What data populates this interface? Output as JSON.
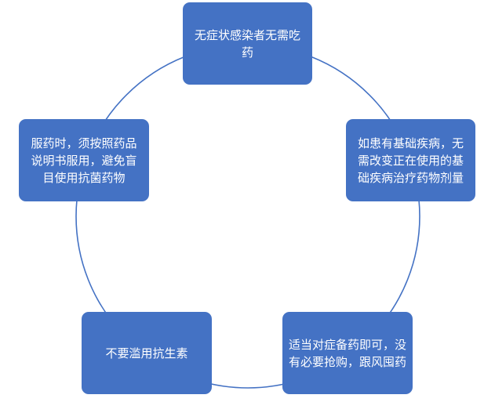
{
  "diagram": {
    "type": "cycle",
    "colors": {
      "node_fill": "#4472C4",
      "node_text": "#FFFFFF",
      "ring_stroke": "#4472C4"
    },
    "nodes": [
      {
        "text": "无症状感染者无需吃药"
      },
      {
        "text": "如患有基础疾病，无需改变正在使用的基础疾病治疗药物剂量"
      },
      {
        "text": "适当对症备药即可，没有必要抢购，跟风囤药"
      },
      {
        "text": "不要滥用抗生素"
      },
      {
        "text": "服药时，须按照药品说明书服用，避免盲目使用抗菌药物"
      }
    ]
  }
}
